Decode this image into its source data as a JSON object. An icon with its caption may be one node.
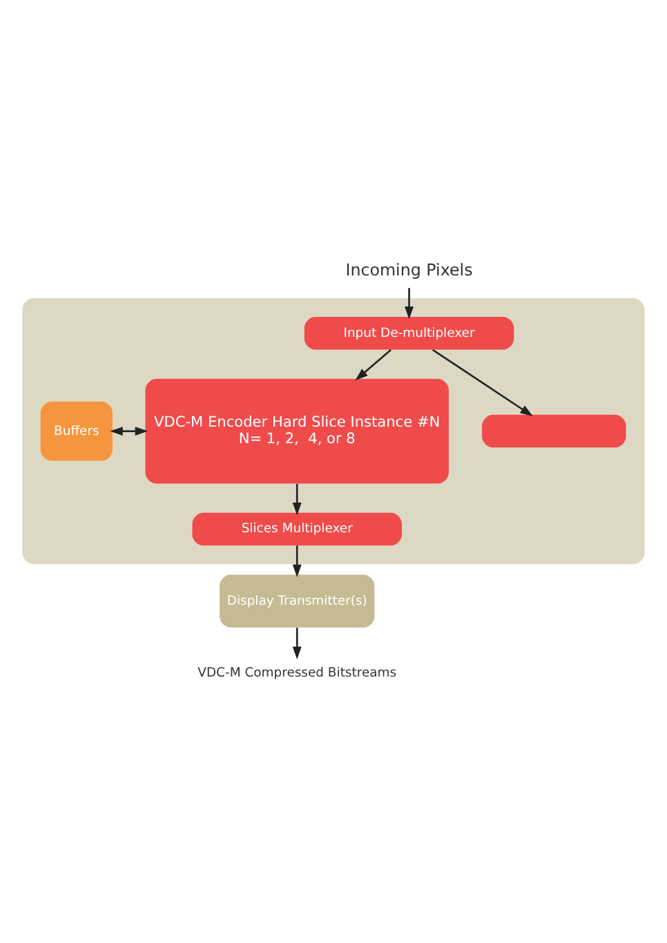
{
  "diagram": {
    "nodes": [
      {
        "text": [
          "Incoming Pixels"
        ]
      },
      {
        "text": [],
        "shape": "box"
      },
      {
        "text": [
          "Input De-multiplexer"
        ],
        "in": 1
      },
      {
        "text": [],
        "shape": "box",
        "in": 1
      },
      {
        "text": [
          "VDC-M Encoder Hard Slice Instance #N",
          "N= 1, 2,  4, or 8"
        ],
        "in": 1
      },
      {
        "text": [
          "Buffers"
        ],
        "in": 1
      },
      {
        "text": [
          "Slices Multiplexer"
        ],
        "in": 1
      },
      {
        "text": [
          "Display Transmitter(s)"
        ]
      },
      {
        "text": [
          "VDC-M Compressed Bitstreams"
        ]
      }
    ],
    "edges": [
      {
        "from": 0,
        "to": 2,
        "arrow": "to"
      },
      {
        "from": 2,
        "to": 4,
        "arrow": "to"
      },
      {
        "from": 2,
        "to": 3,
        "arrow": "to"
      },
      {
        "from": 5,
        "to": 4,
        "arrow": "both"
      },
      {
        "from": 4,
        "to": 6,
        "arrow": "to"
      },
      {
        "from": 6,
        "to": 7,
        "arrow": "to"
      },
      {
        "from": 7,
        "to": 8,
        "arrow": "to"
      }
    ]
  }
}
